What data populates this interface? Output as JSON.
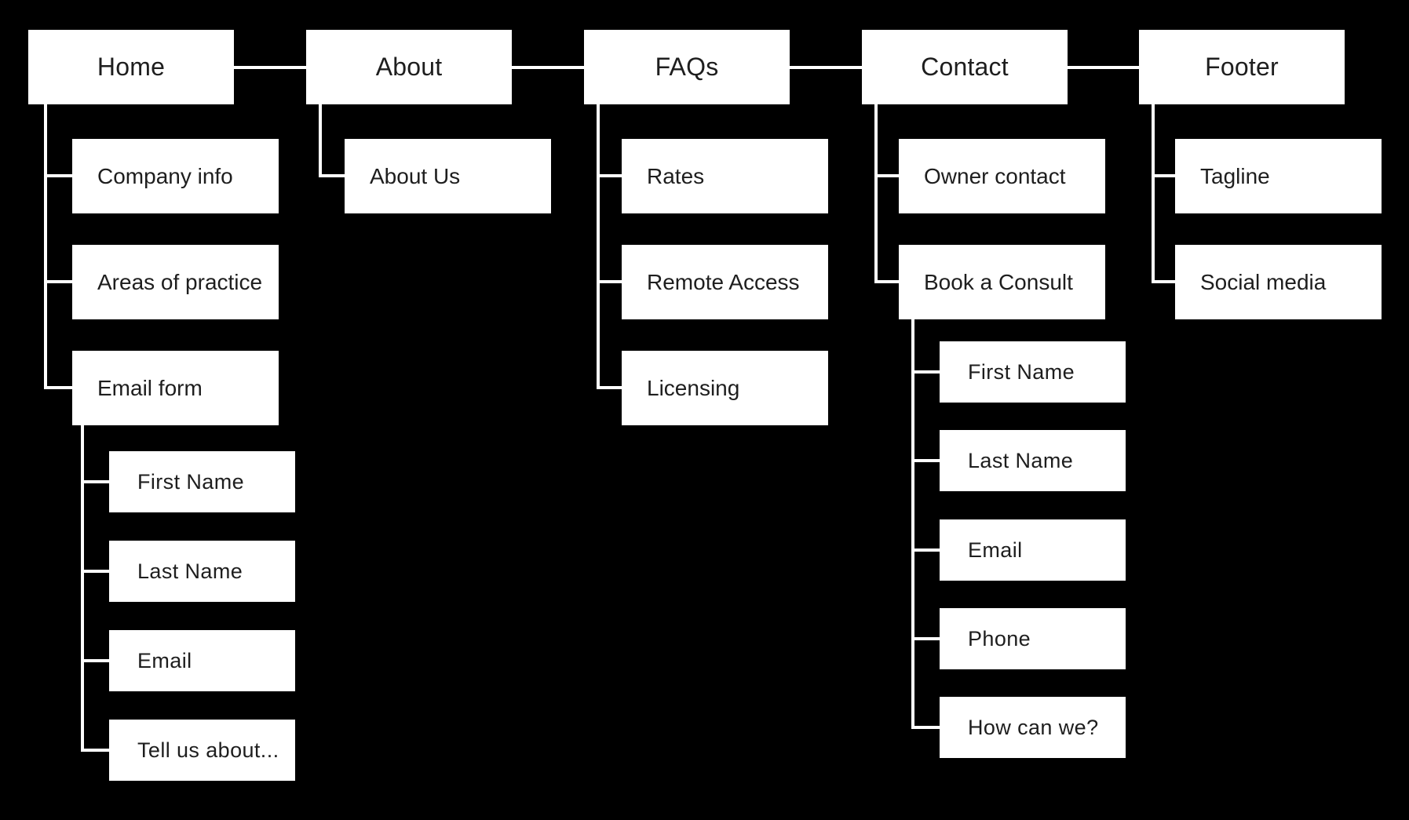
{
  "diagram_type": "sitemap",
  "colors": {
    "background": "#000000",
    "node_fill": "#ffffff",
    "node_text": "#1e1e1e",
    "connector": "#ffffff"
  },
  "sitemap": {
    "pages": [
      {
        "id": "home",
        "label": "Home",
        "children": [
          {
            "id": "company-info",
            "label": "Company info"
          },
          {
            "id": "areas-of-practice",
            "label": "Areas of practice"
          },
          {
            "id": "email-form",
            "label": "Email form",
            "children": [
              {
                "id": "first-name",
                "label": "First Name"
              },
              {
                "id": "last-name",
                "label": "Last Name"
              },
              {
                "id": "email",
                "label": "Email"
              },
              {
                "id": "tell-us-about",
                "label": "Tell us about..."
              }
            ]
          }
        ]
      },
      {
        "id": "about",
        "label": "About",
        "children": [
          {
            "id": "about-us",
            "label": "About Us"
          }
        ]
      },
      {
        "id": "faqs",
        "label": "FAQs",
        "children": [
          {
            "id": "rates",
            "label": "Rates"
          },
          {
            "id": "remote-access",
            "label": "Remote Access"
          },
          {
            "id": "licensing",
            "label": "Licensing"
          }
        ]
      },
      {
        "id": "contact",
        "label": "Contact",
        "children": [
          {
            "id": "owner-contact",
            "label": "Owner contact"
          },
          {
            "id": "book-a-consult",
            "label": "Book a Consult",
            "children": [
              {
                "id": "first-name",
                "label": "First Name"
              },
              {
                "id": "last-name",
                "label": "Last Name"
              },
              {
                "id": "email",
                "label": "Email"
              },
              {
                "id": "phone",
                "label": "Phone"
              },
              {
                "id": "how-can-we",
                "label": "How can we?"
              }
            ]
          }
        ]
      },
      {
        "id": "footer",
        "label": "Footer",
        "children": [
          {
            "id": "tagline",
            "label": "Tagline"
          },
          {
            "id": "social-media",
            "label": "Social media"
          }
        ]
      }
    ]
  }
}
